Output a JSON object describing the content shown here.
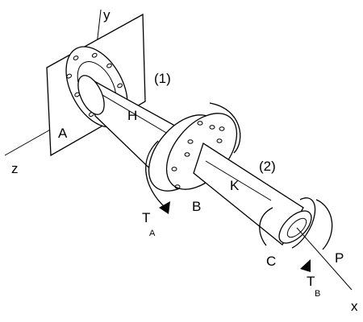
{
  "labels": {
    "y": "y",
    "z": "z",
    "x": "x",
    "A": "A",
    "B": "B",
    "C": "C",
    "H": "H",
    "K": "K",
    "seg1": "(1)",
    "seg2": "(2)",
    "P": "P",
    "TA_main": "T",
    "TA_sub": "A",
    "TB_main": "T",
    "TB_sub": "B"
  }
}
